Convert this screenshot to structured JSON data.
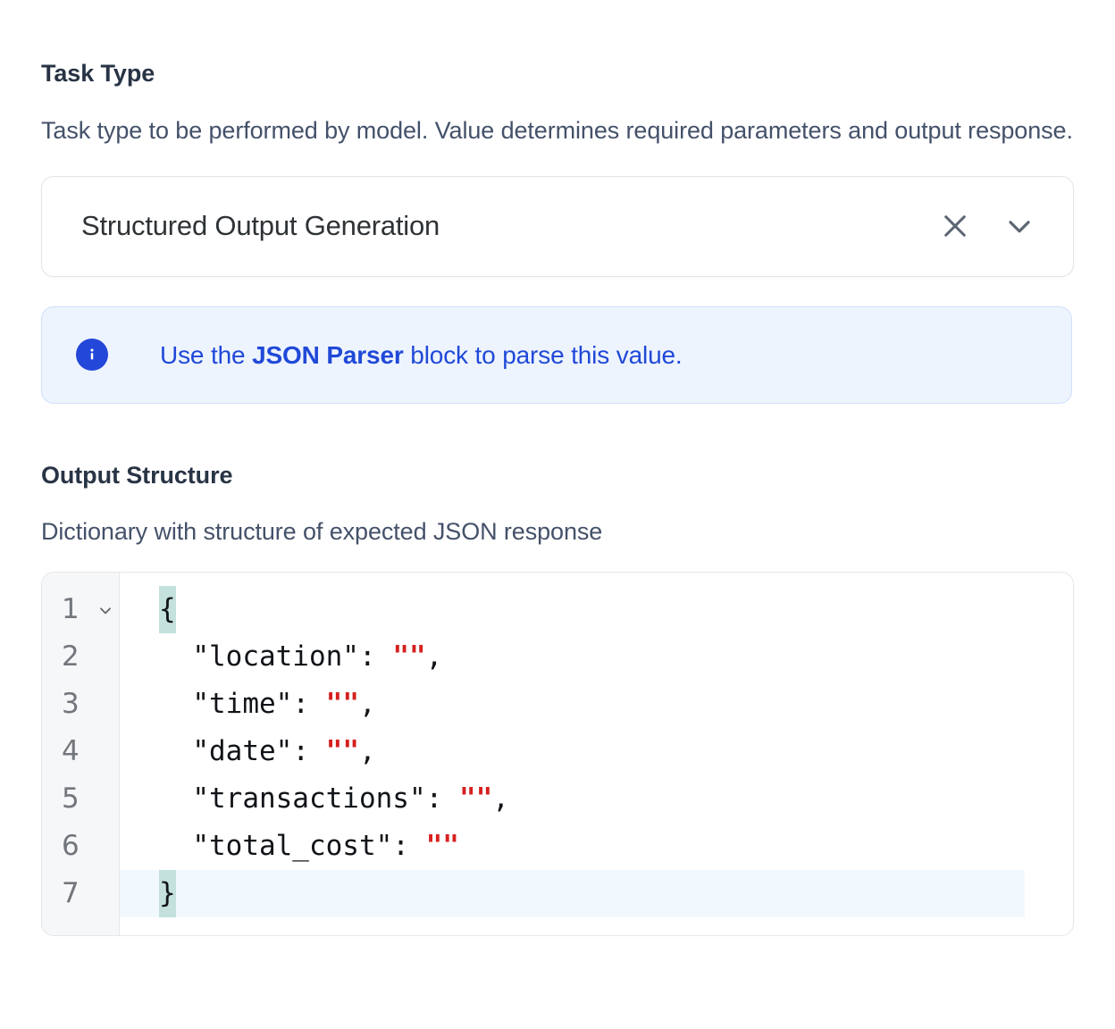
{
  "task_type": {
    "label": "Task Type",
    "description": "Task type to be performed by model. Value determines required parameters and output response.",
    "selected_value": "Structured Output Generation",
    "clear_icon": "close-icon",
    "dropdown_icon": "chevron-down-icon"
  },
  "info_banner": {
    "icon": "info-circle-icon",
    "text_before": "Use the ",
    "text_bold": "JSON Parser",
    "text_after": " block to parse this value."
  },
  "output_structure": {
    "label": "Output Structure",
    "description": "Dictionary with structure of expected JSON response",
    "editor": {
      "fold_icon": "chevron-down-icon",
      "active_line": 7,
      "line_numbers": [
        "1",
        "2",
        "3",
        "4",
        "5",
        "6",
        "7"
      ],
      "lines": [
        {
          "n": "1",
          "indent": "",
          "key": "",
          "colon": "",
          "value": "",
          "comma": "",
          "brace": "{"
        },
        {
          "n": "2",
          "indent": "  ",
          "key": "\"location\"",
          "colon": ":",
          "value": "\"\"",
          "comma": ",",
          "brace": ""
        },
        {
          "n": "3",
          "indent": "  ",
          "key": "\"time\"",
          "colon": ":",
          "value": "\"\"",
          "comma": ",",
          "brace": ""
        },
        {
          "n": "4",
          "indent": "  ",
          "key": "\"date\"",
          "colon": ":",
          "value": "\"\"",
          "comma": ",",
          "brace": ""
        },
        {
          "n": "5",
          "indent": "  ",
          "key": "\"transactions\"",
          "colon": ":",
          "value": "\"\"",
          "comma": ",",
          "brace": ""
        },
        {
          "n": "6",
          "indent": "  ",
          "key": "\"total_cost\"",
          "colon": ":",
          "value": "\"\"",
          "comma": "",
          "brace": ""
        },
        {
          "n": "7",
          "indent": "",
          "key": "",
          "colon": "",
          "value": "",
          "comma": "",
          "brace": "}"
        }
      ]
    }
  },
  "colors": {
    "heading": "#283445",
    "body_text": "#44516a",
    "accent_blue": "#2049d8",
    "banner_bg": "#eef4fe",
    "banner_border": "#cfe0fb",
    "string_red": "#d62020",
    "bracket_highlight": "#c4e1dd",
    "active_line": "#f2f9fe",
    "gutter_bg": "#f6f7f8",
    "border": "#e4e6e9"
  }
}
